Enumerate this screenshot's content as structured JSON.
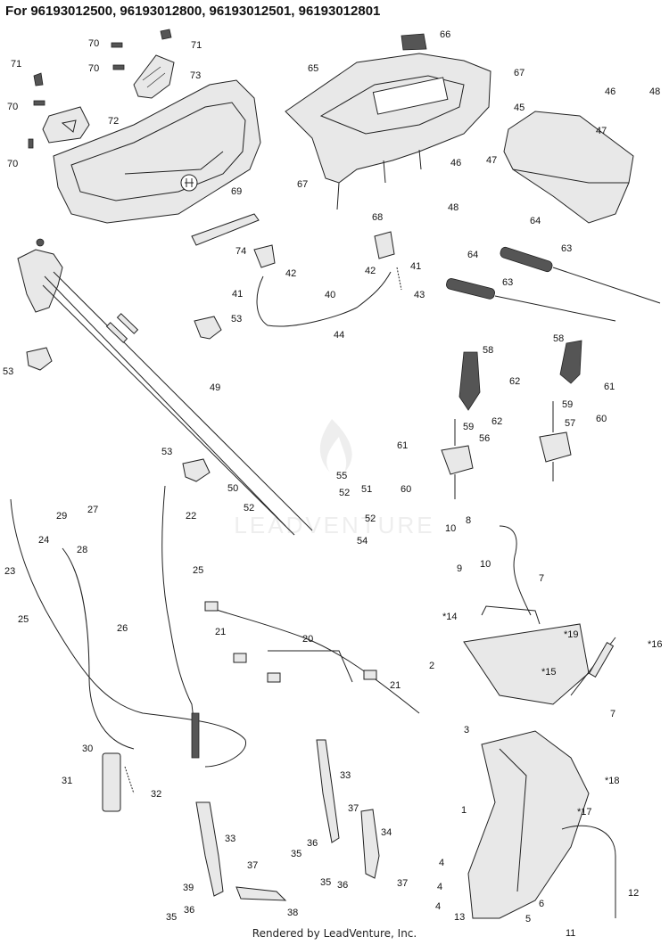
{
  "heading": "For 96193012500,  96193012800, 96193012501, 96193012801",
  "watermark": "LEADVENTURE",
  "footer": "Rendered by LeadVenture, Inc.",
  "callouts": {
    "c1": "1",
    "c2": "2",
    "c3": "3",
    "c4a": "4",
    "c4b": "4",
    "c4c": "4",
    "c5": "5",
    "c6": "6",
    "c7a": "7",
    "c7b": "7",
    "c8": "8",
    "c9": "9",
    "c10a": "10",
    "c10b": "10",
    "c11": "11",
    "c12": "12",
    "c13": "13",
    "c14": "*14",
    "c15": "*15",
    "c16": "*16",
    "c17": "*17",
    "c18": "*18",
    "c19": "*19",
    "c20": "20",
    "c21a": "21",
    "c21b": "21",
    "c22": "22",
    "c23": "23",
    "c24": "24",
    "c25a": "25",
    "c25b": "25",
    "c26": "26",
    "c27": "27",
    "c28": "28",
    "c29": "29",
    "c30": "30",
    "c31": "31",
    "c32": "32",
    "c33a": "33",
    "c33b": "33",
    "c34": "34",
    "c35a": "35",
    "c35b": "35",
    "c35c": "35",
    "c36a": "36",
    "c36b": "36",
    "c36c": "36",
    "c37a": "37",
    "c37b": "37",
    "c37c": "37",
    "c38": "38",
    "c39": "39",
    "c40": "40",
    "c41a": "41",
    "c41b": "41",
    "c42a": "42",
    "c42b": "42",
    "c43": "43",
    "c44": "44",
    "c45": "45",
    "c46a": "46",
    "c46b": "46",
    "c47a": "47",
    "c47b": "47",
    "c48a": "48",
    "c48b": "48",
    "c49": "49",
    "c50": "50",
    "c51": "51",
    "c52a": "52",
    "c52b": "52",
    "c52c": "52",
    "c53a": "53",
    "c53b": "53",
    "c53c": "53",
    "c54": "54",
    "c55": "55",
    "c56": "56",
    "c57": "57",
    "c58a": "58",
    "c58b": "58",
    "c59a": "59",
    "c59b": "59",
    "c60a": "60",
    "c60b": "60",
    "c61a": "61",
    "c61b": "61",
    "c62a": "62",
    "c62b": "62",
    "c63a": "63",
    "c63b": "63",
    "c64a": "64",
    "c64b": "64",
    "c65": "65",
    "c66": "66",
    "c67a": "67",
    "c67b": "67",
    "c68": "68",
    "c69": "69",
    "c70a": "70",
    "c70b": "70",
    "c70c": "70",
    "c70d": "70",
    "c71a": "71",
    "c71b": "71",
    "c72": "72",
    "c73": "73",
    "c74": "74"
  }
}
